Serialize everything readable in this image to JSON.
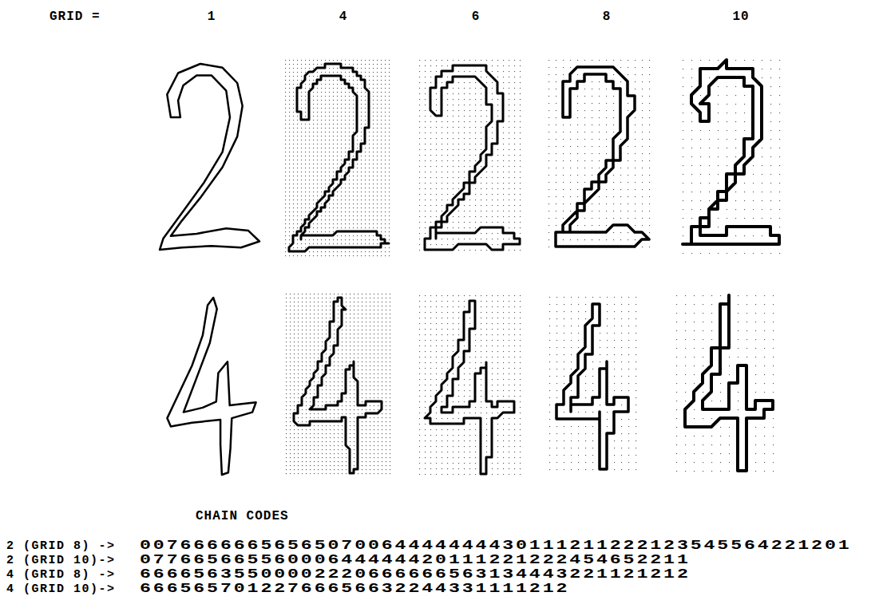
{
  "diagram": {
    "labels": [
      "GRID =",
      "1",
      "4",
      "6",
      "8",
      "10",
      "CHAIN CODES",
      "2 (GRID 8) ->",
      "00766666656565070064444444430111211222123545564221201",
      "2 (GRID 10)->",
      "07766566556000644444420111221222454652211",
      "4 (GRID 8) ->",
      "66665635500002220666666563134443221121212",
      "4 (GRID 10)->",
      "66656570122766656632244331111212"
    ]
  }
}
